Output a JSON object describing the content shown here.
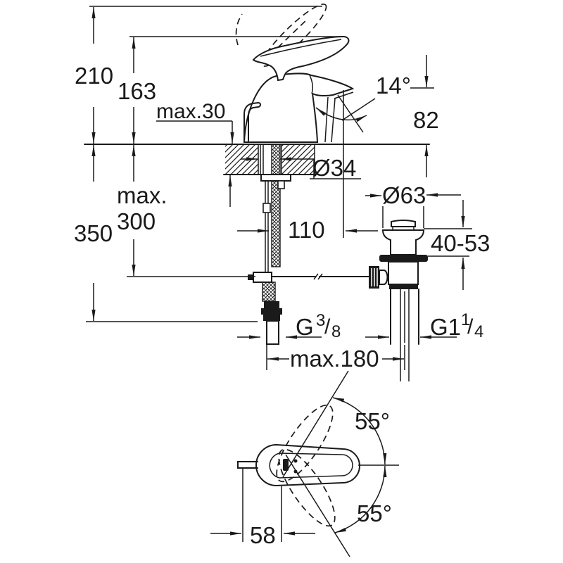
{
  "colors": {
    "ink": "#1a1a1a",
    "background": "#ffffff"
  },
  "labels": {
    "height_total": "210",
    "height_to_spout": "163",
    "deck_thickness": "max.30",
    "stream_angle": "14°",
    "spout_to_deck": "82",
    "hole_diameter": "Ø34",
    "below_max_word": "max.",
    "below_max_value": "300",
    "below_total": "350",
    "spout_reach": "110",
    "waste_flange_diameter": "Ø63",
    "clamping_range": "40-53",
    "hose_thread_prefix": "G",
    "hose_thread_numerator": "3",
    "hose_thread_slash": "/",
    "hose_thread_denominator": "8",
    "waste_thread_prefix": "G1",
    "waste_thread_numerator": "1",
    "waste_thread_slash": "/",
    "waste_thread_denominator": "4",
    "rod_reach": "max.180",
    "swivel_upper": "55°",
    "swivel_lower": "55°",
    "spout_offset": "58"
  }
}
